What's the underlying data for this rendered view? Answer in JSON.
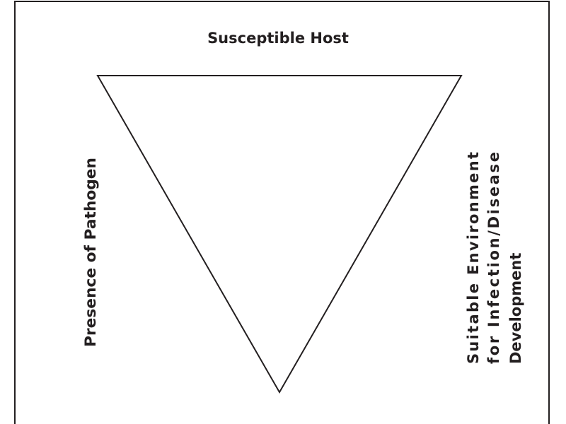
{
  "diagram": {
    "title_top": "Susceptible Host",
    "label_left": "Presence of Pathogen",
    "label_right_lines": [
      "Suitable Environment",
      "for Infection/Disease",
      "Development"
    ],
    "colors": {
      "stroke": "#231f20",
      "background": "#ffffff"
    }
  }
}
